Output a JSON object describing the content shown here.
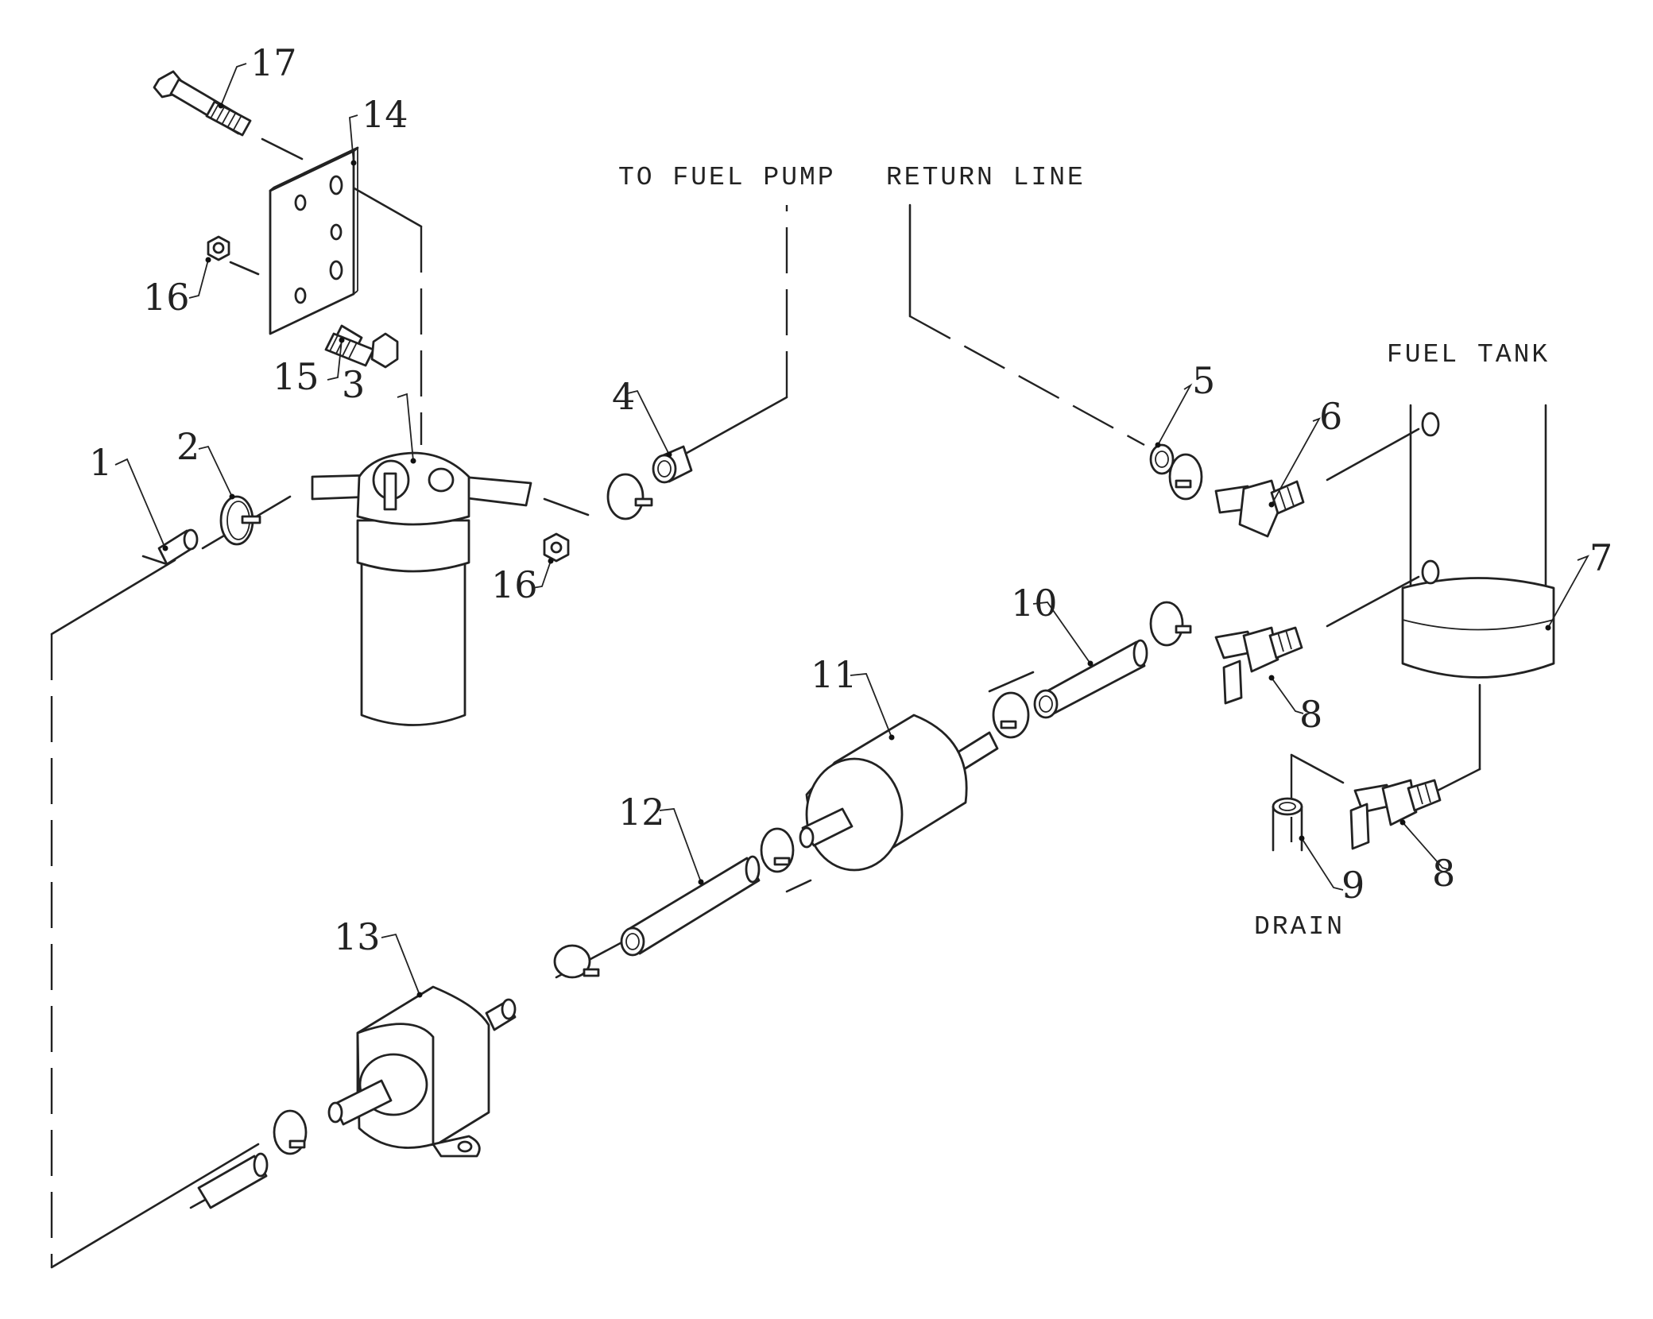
{
  "diagram": {
    "labels": {
      "to_fuel_pump": "TO FUEL PUMP",
      "return_line": "RETURN LINE",
      "fuel_tank": "FUEL TANK",
      "drain": "DRAIN"
    },
    "part_numbers": {
      "p1": "1",
      "p2": "2",
      "p3": "3",
      "p4": "4",
      "p5": "5",
      "p6": "6",
      "p7": "7",
      "p8a": "8",
      "p8b": "8",
      "p9": "9",
      "p10": "10",
      "p11": "11",
      "p12": "12",
      "p13": "13",
      "p14": "14",
      "p15": "15",
      "p16a": "16",
      "p16b": "16",
      "p17": "17"
    }
  }
}
